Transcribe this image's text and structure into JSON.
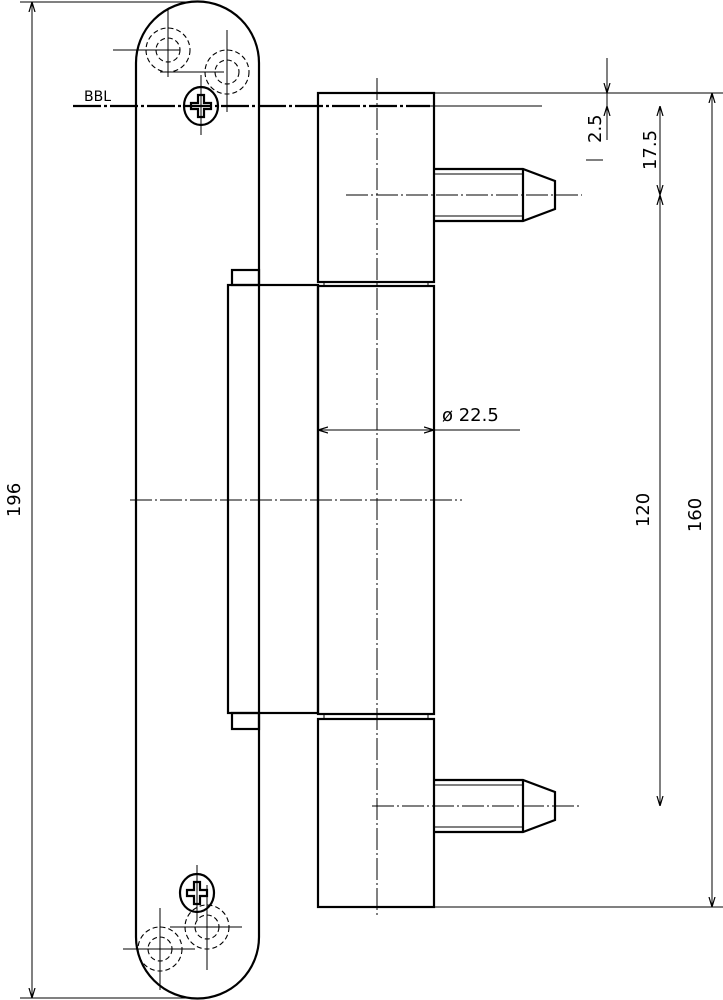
{
  "drawing": {
    "reference_line_label": "BBL",
    "dimensions": {
      "overall_plate_length": "196",
      "knuckle_span": "160",
      "pin_spacing": "120",
      "bbl_to_pin": "17.5",
      "bbl_offset": "2.5",
      "barrel_diameter": "ø 22.5"
    }
  }
}
